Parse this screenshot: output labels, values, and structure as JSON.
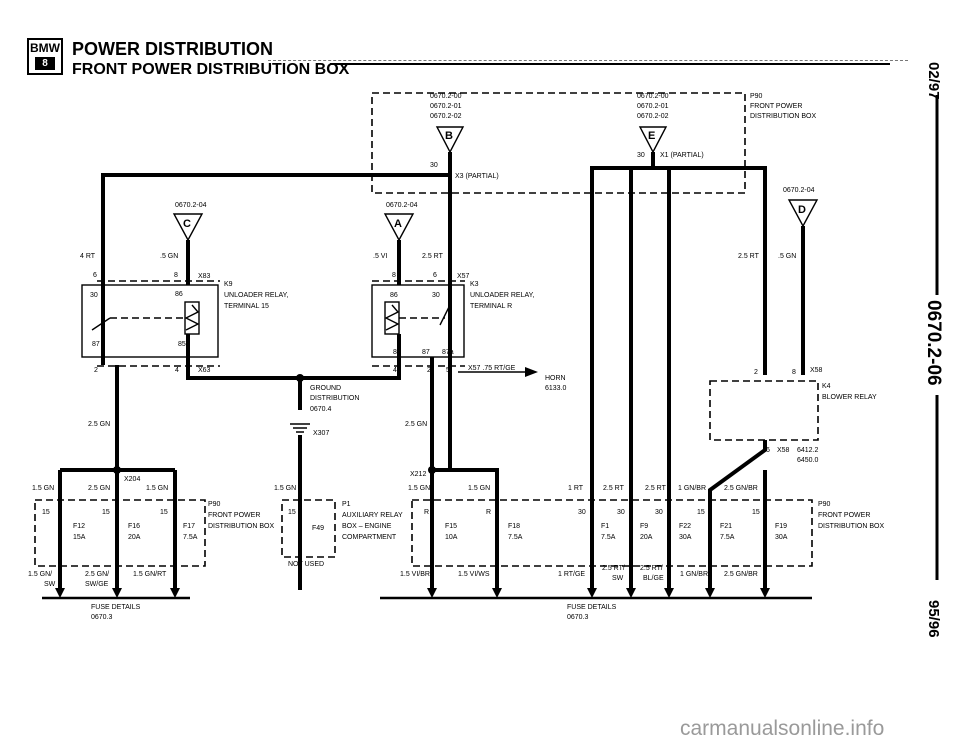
{
  "header": {
    "logo": "BMW",
    "title": "POWER DISTRIBUTION",
    "subtitle": "FRONT POWER DISTRIBUTION BOX"
  },
  "side_text": {
    "top": "02/97",
    "middle": "0670.2-06",
    "bottom": "95/96"
  },
  "watermark": "carmanualsonline.info",
  "connectors": {
    "B": {
      "letter": "B",
      "refs": [
        "0670.2-00",
        "0670.2-01",
        "0670.2-02"
      ]
    },
    "E": {
      "letter": "E",
      "refs": [
        "0670.2-00",
        "0670.2-01",
        "0670.2-02"
      ]
    },
    "C": {
      "letter": "C",
      "ref": "0670.2-04"
    },
    "A": {
      "letter": "A",
      "ref": "0670.2-04"
    },
    "D": {
      "letter": "D",
      "ref": "0670.2-04"
    }
  },
  "p90_top": [
    "P90",
    "FRONT POWER",
    "DISTRIBUTION BOX"
  ],
  "x1_label": "X1  (PARTIAL)",
  "x3_label": "X3  (PARTIAL)",
  "pin_30a": "30",
  "pin_30b": "30",
  "k9": {
    "title": [
      "K9",
      "UNLOADER RELAY,",
      "TERMINAL 15"
    ],
    "connector": "X83",
    "connector_bottom": "X63",
    "wire_left": "4 RT",
    "wire_right": ".5 GN",
    "pins": {
      "p6": "6",
      "p8": "8",
      "p30": "30",
      "p86": "86",
      "p87": "87",
      "p85": "85",
      "p2": "2",
      "p4": "4"
    }
  },
  "k3": {
    "title": [
      "K3",
      "UNLOADER RELAY,",
      "TERMINAL R"
    ],
    "connector": "X57",
    "wire_left": ".5 VI",
    "wire_right": "2.5 RT",
    "pins": {
      "p8": "8",
      "p6": "6",
      "p86": "86",
      "p30": "30",
      "p85": "85",
      "p87": "87",
      "p87a": "87a",
      "p4": "4",
      "p2": "2",
      "p5": "5"
    },
    "horn_wire": "X57  .75 RT/GE",
    "horn": [
      "HORN",
      "6133.0"
    ]
  },
  "ground": {
    "title": [
      "GROUND",
      "DISTRIBUTION",
      "0670.4"
    ],
    "x": "X307"
  },
  "k4": {
    "wire_left": "2.5 RT",
    "wire_right": ".5 GN",
    "connector": "X58",
    "pin2": "2",
    "pin8": "8",
    "title": [
      "K4",
      "BLOWER RELAY"
    ],
    "pin6": "6",
    "x_bottom": "X58",
    "refs": [
      "6412.2",
      "6450.0"
    ]
  },
  "left_fuses": {
    "mid_wire": "2.5 GN",
    "splice": "X204",
    "wire_tops": [
      "1.5 GN",
      "2.5 GN",
      "1.5 GN"
    ],
    "pins": [
      "15",
      "15",
      "15"
    ],
    "fuses": [
      {
        "id": "F12",
        "rating": "15A"
      },
      {
        "id": "F16",
        "rating": "20A"
      },
      {
        "id": "F17",
        "rating": "7.5A"
      }
    ],
    "box": [
      "P90",
      "FRONT POWER",
      "DISTRIBUTION BOX"
    ],
    "wire_bottom": [
      "1.5 GN/",
      "SW",
      "2.5 GN/",
      "SW/GE",
      "1.5 GN/RT"
    ],
    "fuse_details": [
      "FUSE DETAILS",
      "0670.3"
    ]
  },
  "p1_block": {
    "wire_top": "1.5 GN",
    "pin": "15",
    "fuse": {
      "id": "F49",
      "rating": ""
    },
    "title": [
      "P1",
      "AUXILIARY RELAY",
      "BOX – ENGINE",
      "COMPARTMENT"
    ],
    "note": "NOT USED"
  },
  "mid_fuses": {
    "mid_wire": "2.5 GN",
    "splice": "X212",
    "wire_tops": [
      "1.5 GN",
      "1.5 GN"
    ],
    "pins": [
      "R",
      "R"
    ],
    "fuses": [
      {
        "id": "F15",
        "rating": "10A"
      },
      {
        "id": "F18",
        "rating": "7.5A"
      }
    ],
    "wire_bottom": [
      "1.5 VI/BR",
      "1.5 VI/WS"
    ]
  },
  "right_fuses": {
    "wire_tops": [
      "1 RT",
      "2.5 RT",
      "2.5 RT",
      "1 GN/BR",
      "2.5 GN/BR"
    ],
    "pins": [
      "30",
      "30",
      "30",
      "15",
      "15"
    ],
    "fuses": [
      {
        "id": "F1",
        "rating": "7.5A"
      },
      {
        "id": "F9",
        "rating": "20A"
      },
      {
        "id": "F22",
        "rating": "30A"
      },
      {
        "id": "F21",
        "rating": "7.5A"
      },
      {
        "id": "F19",
        "rating": "30A"
      }
    ],
    "box": [
      "P90",
      "FRONT POWER",
      "DISTRIBUTION BOX"
    ],
    "wire_bottom": [
      "1 RT/GE",
      "2.5 RT/",
      "SW",
      "2.5 RT/",
      "BL/GE",
      "1 GN/BR",
      "2.5 GN/BR"
    ],
    "fuse_details": [
      "FUSE DETAILS",
      "0670.3"
    ]
  }
}
